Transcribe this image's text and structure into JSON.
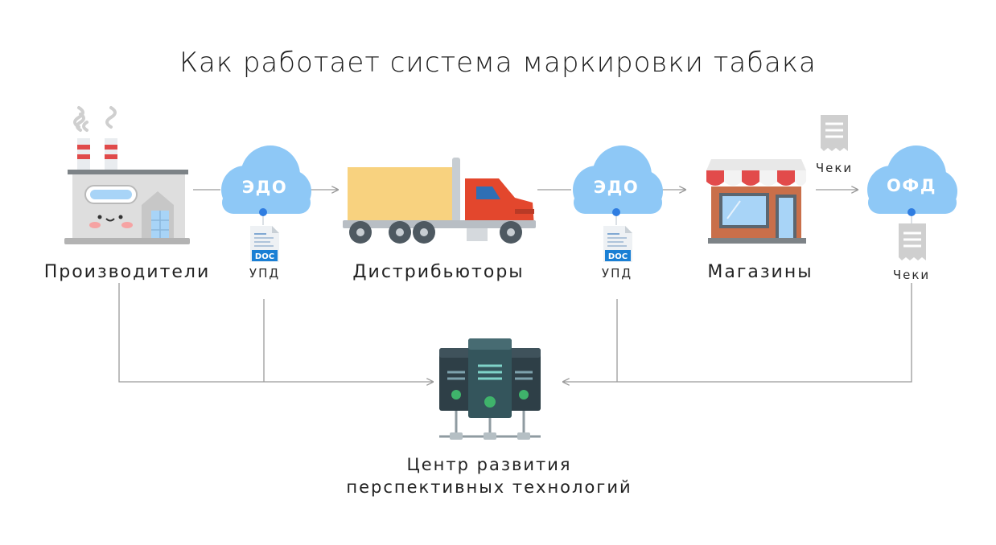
{
  "title": "Как работает система маркировки табака",
  "nodes": {
    "producers": "Производители",
    "distributors": "Дистрибьюторы",
    "shops": "Магазины",
    "center_line1": "Центр развития",
    "center_line2": "перспективных технологий"
  },
  "clouds": {
    "edo1": "ЭДО",
    "edo2": "ЭДО",
    "ofd": "ОФД"
  },
  "documents": {
    "doc_badge": "DOC",
    "upd1": "УПД",
    "upd2": "УПД"
  },
  "receipts": {
    "label_top": "Чеки",
    "label_bottom": "Чеки"
  },
  "colors": {
    "cloud": "#8ec8f6",
    "cloud_dot": "#2f7de1",
    "line": "#9a9a9a",
    "truck_cargo": "#f8d27f",
    "truck_cab": "#e3472d",
    "server": "#2e3f47",
    "server_led": "#3fb36b",
    "shop_awning_red": "#e24b4b",
    "shop_wall": "#c96f4a",
    "factory_body": "#dedede",
    "doc_badge": "#1a7fd4"
  }
}
